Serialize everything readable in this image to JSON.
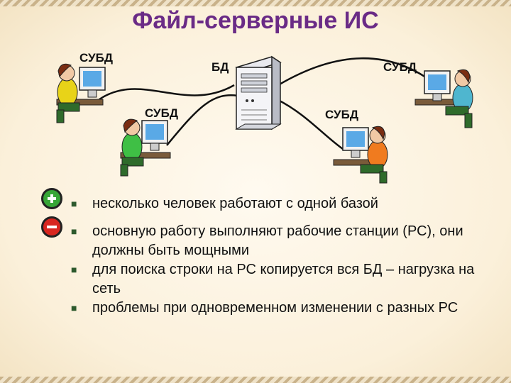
{
  "title": "Файл-серверные ИС",
  "diagram": {
    "labels": {
      "dbms_top_left": "СУБД",
      "db": "БД",
      "dbms_top_right": "СУБД",
      "dbms_mid_left": "СУБД",
      "dbms_mid_right": "СУБД"
    }
  },
  "advantages": [
    "несколько человек работают с одной базой"
  ],
  "disadvantages": [
    "основную работу выполняют рабочие станции (РС), они должны быть мощными",
    "для поиска строки на РС копируется вся БД – нагрузка на сеть",
    "проблемы при одновременном изменении с разных РС"
  ],
  "icons": {
    "plus": "plus-circle-icon",
    "minus": "minus-circle-icon",
    "bullet": "square-bullet"
  },
  "colors": {
    "title": "#6a2b86",
    "plus": "#37a637",
    "minus": "#d8261f"
  }
}
